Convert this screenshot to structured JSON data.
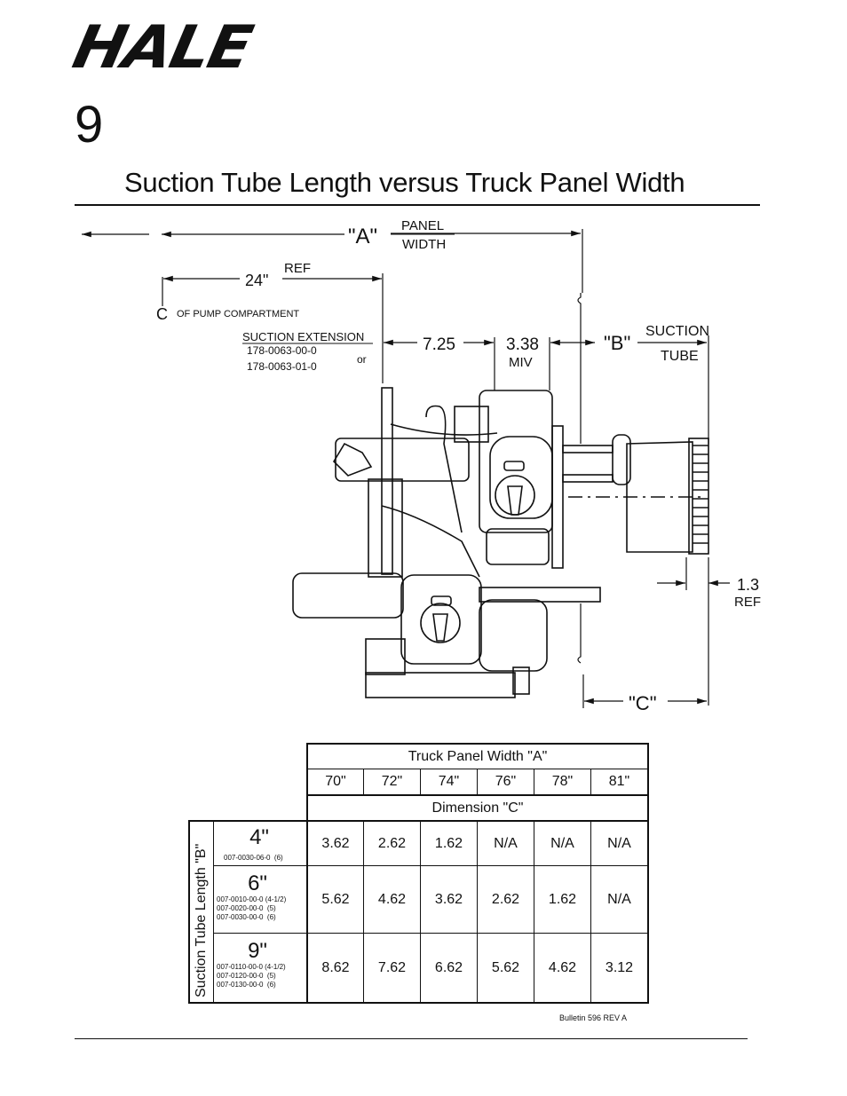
{
  "header": {
    "logo": "HALE",
    "section_number": "9",
    "title": "Suction Tube Length versus Truck Panel Width"
  },
  "diagram": {
    "a_label": "\"A\"",
    "panel_line1": "PANEL",
    "panel_line2": "WIDTH",
    "dim_24": "24\"",
    "ref_top": "REF",
    "cl_symbol": "C",
    "cl_text": "OF PUMP COMPARTMENT",
    "suction_extension": "SUCTION EXTENSION",
    "part_1": "178-0063-00-0",
    "part_2": "178-0063-01-0",
    "or_text": "or",
    "dim_725": "7.25",
    "dim_338": "3.38",
    "miv": "MIV",
    "b_label": "\"B\"",
    "suction": "SUCTION",
    "tube": "TUBE",
    "dim_13": "1.3",
    "ref_right": "REF",
    "c_label": "\"C\""
  },
  "table": {
    "header_title": "Truck Panel Width \"A\"",
    "widths": [
      "70\"",
      "72\"",
      "74\"",
      "76\"",
      "78\"",
      "81\""
    ],
    "dimension_title": "Dimension \"C\"",
    "row_axis_label": "Suction Tube Length \"B\"",
    "rows": [
      {
        "size": "4\"",
        "parts": "007-0030-06-0  (6)",
        "values": [
          "3.62",
          "2.62",
          "1.62",
          "N/A",
          "N/A",
          "N/A"
        ]
      },
      {
        "size": "6\"",
        "parts": "007-0010-00-0 (4-1/2)\n007-0020-00-0  (5)\n007-0030-00-0  (6)",
        "values": [
          "5.62",
          "4.62",
          "3.62",
          "2.62",
          "1.62",
          "N/A"
        ]
      },
      {
        "size": "9\"",
        "parts": "007-0110-00-0 (4-1/2)\n007-0120-00-0  (5)\n007-0130-00-0  (6)",
        "values": [
          "8.62",
          "7.62",
          "6.62",
          "5.62",
          "4.62",
          "3.12"
        ]
      }
    ]
  },
  "footer": {
    "bulletin": "Bulletin 596  REV A"
  }
}
